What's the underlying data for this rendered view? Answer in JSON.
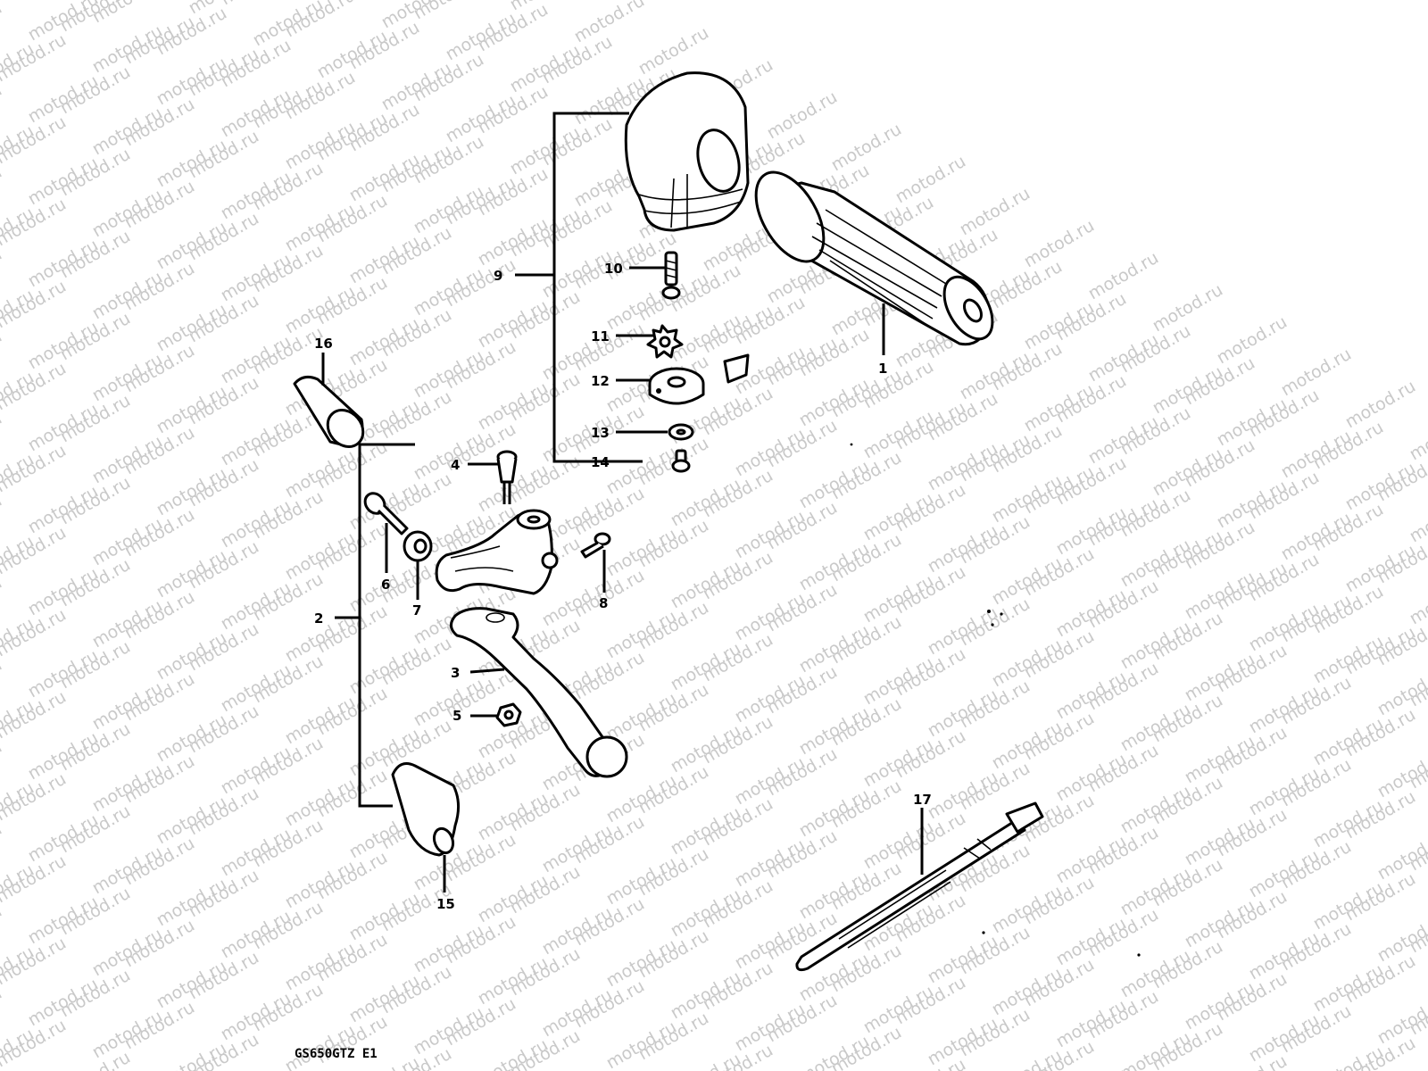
{
  "watermark": {
    "text": "motod.ru"
  },
  "caption": "GS650GTZ E1",
  "callouts": [
    {
      "id": "1",
      "label": "1"
    },
    {
      "id": "2",
      "label": "2"
    },
    {
      "id": "3",
      "label": "3"
    },
    {
      "id": "4",
      "label": "4"
    },
    {
      "id": "5",
      "label": "5"
    },
    {
      "id": "6",
      "label": "6"
    },
    {
      "id": "7",
      "label": "7"
    },
    {
      "id": "8",
      "label": "8"
    },
    {
      "id": "9",
      "label": "9"
    },
    {
      "id": "10",
      "label": "10"
    },
    {
      "id": "11",
      "label": "11"
    },
    {
      "id": "12",
      "label": "12"
    },
    {
      "id": "13",
      "label": "13"
    },
    {
      "id": "14",
      "label": "14"
    },
    {
      "id": "15",
      "label": "15"
    },
    {
      "id": "16",
      "label": "16"
    },
    {
      "id": "17",
      "label": "17"
    }
  ]
}
